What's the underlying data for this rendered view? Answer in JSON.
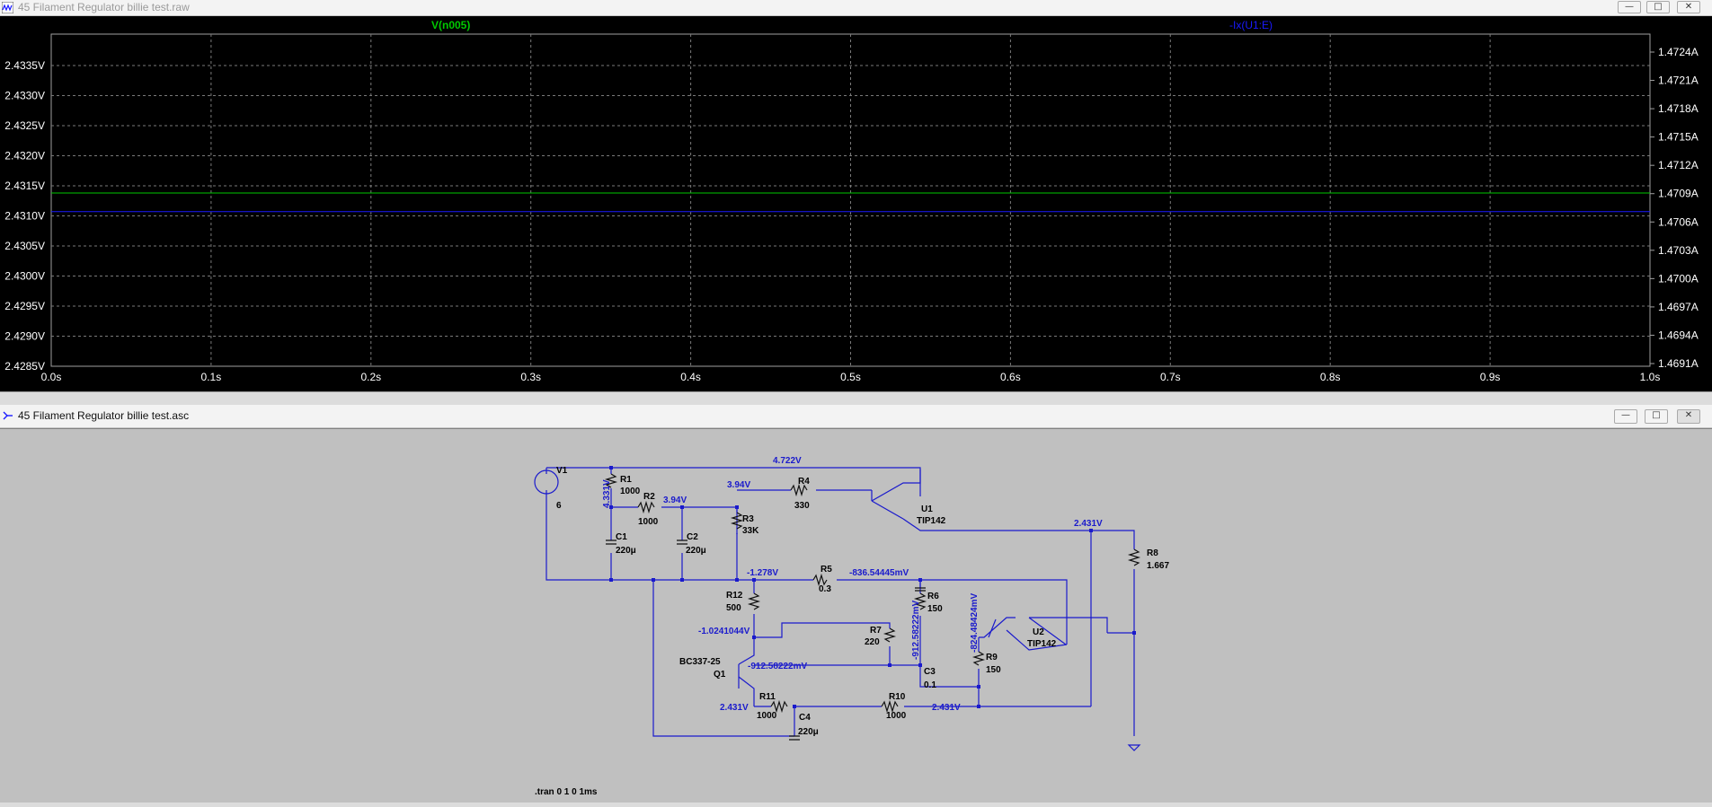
{
  "plot_window": {
    "title": "45 Filament Regulator billie test.raw",
    "traces": {
      "v_label": "V(n005)",
      "i_label": "-Ix(U1:E)",
      "v_color": "#00c800",
      "i_color": "#1a1aff",
      "v_value": 2.43138,
      "i_value": 1.47071
    },
    "left_axis_ticks": [
      "2.4335V",
      "2.4330V",
      "2.4325V",
      "2.4320V",
      "2.4315V",
      "2.4310V",
      "2.4305V",
      "2.4300V",
      "2.4295V",
      "2.4290V",
      "2.4285V"
    ],
    "right_axis_ticks": [
      "1.4724A",
      "1.4721A",
      "1.4718A",
      "1.4715A",
      "1.4712A",
      "1.4709A",
      "1.4706A",
      "1.4703A",
      "1.4700A",
      "1.4697A",
      "1.4694A",
      "1.4691A"
    ],
    "x_axis_ticks": [
      "0.0s",
      "0.1s",
      "0.2s",
      "0.3s",
      "0.4s",
      "0.5s",
      "0.6s",
      "0.7s",
      "0.8s",
      "0.9s",
      "1.0s"
    ],
    "window_controls": {
      "minimize": "—",
      "maximize": "□",
      "close": "✕"
    }
  },
  "schematic_window": {
    "title": "45 Filament Regulator billie test.asc",
    "window_controls": {
      "minimize": "—",
      "maximize": "□",
      "close": "✕"
    },
    "components": {
      "V1": {
        "name": "V1",
        "value": "6"
      },
      "R1": {
        "name": "R1",
        "value": "1000"
      },
      "R2": {
        "name": "R2",
        "value": "1000"
      },
      "R3": {
        "name": "R3",
        "value": "33K"
      },
      "R4": {
        "name": "R4",
        "value": "330"
      },
      "R5": {
        "name": "R5",
        "value": "0.3"
      },
      "R6": {
        "name": "R6",
        "value": "150"
      },
      "R7": {
        "name": "R7",
        "value": "220"
      },
      "R8": {
        "name": "R8",
        "value": "1.667"
      },
      "R9": {
        "name": "R9",
        "value": "150"
      },
      "R10": {
        "name": "R10",
        "value": "1000"
      },
      "R11": {
        "name": "R11",
        "value": "1000"
      },
      "R12": {
        "name": "R12",
        "value": "500"
      },
      "C1": {
        "name": "C1",
        "value": "220μ"
      },
      "C2": {
        "name": "C2",
        "value": "220μ"
      },
      "C3": {
        "name": "C3",
        "value": "0.1"
      },
      "C4": {
        "name": "C4",
        "value": "220μ"
      },
      "U1": {
        "name": "U1",
        "value": "TIP142"
      },
      "U2": {
        "name": "U2",
        "value": "TIP142"
      },
      "Q1": {
        "name": "Q1",
        "value": "BC337-25"
      }
    },
    "node_voltages": {
      "top_rail": "4.722V",
      "r1_r2": "4.331V",
      "c2_node": "3.94V",
      "r3_top": "3.94V",
      "output": "2.431V",
      "r5_left": "-1.278V",
      "r5_right": "-836.54445mV",
      "q1_base": "-1.0241044V",
      "q1_emitter_node": "-912.58222mV",
      "r6_node": "-912.58222mV",
      "u2_node": "-824.48424mV",
      "q1_emitter_low": "2.431V",
      "r10_right": "2.431V"
    },
    "directive": ".tran 0 1 0 1ms"
  }
}
